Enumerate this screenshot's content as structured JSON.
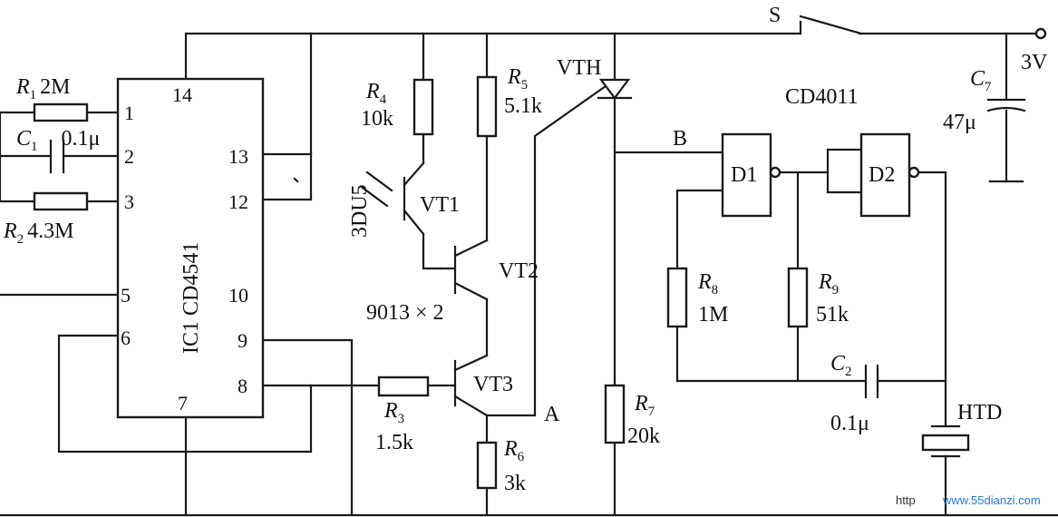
{
  "labels": {
    "switch": "S",
    "supply": "3V",
    "scr": "VTH",
    "gate_ic": "CD4011",
    "node_a": "A",
    "node_b": "B",
    "ic1": "IC1 CD4541",
    "phototransistor": "3DU5",
    "vt1": "VT1",
    "vt2": "VT2",
    "vt3": "VT3",
    "transistor_type": "9013 × 2",
    "d1": "D1",
    "d2": "D2",
    "htd": "HTD"
  },
  "ic1_pins": [
    "1",
    "2",
    "3",
    "5",
    "6",
    "7",
    "8",
    "9",
    "10",
    "12",
    "13",
    "14"
  ],
  "components": {
    "r1": {
      "name": "R",
      "sub": "1",
      "value": "2M"
    },
    "c1": {
      "name": "C",
      "sub": "1",
      "value": "0.1μ"
    },
    "r2": {
      "name": "R",
      "sub": "2",
      "value": "4.3M"
    },
    "r3": {
      "name": "R",
      "sub": "3",
      "value": "1.5k"
    },
    "r4": {
      "name": "R",
      "sub": "4",
      "value": "10k"
    },
    "r5": {
      "name": "R",
      "sub": "5",
      "value": "5.1k"
    },
    "r6": {
      "name": "R",
      "sub": "6",
      "value": "3k"
    },
    "r7": {
      "name": "R",
      "sub": "7",
      "value": "20k"
    },
    "r8": {
      "name": "R",
      "sub": "8",
      "value": "1M"
    },
    "r9": {
      "name": "R",
      "sub": "9",
      "value": "51k"
    },
    "c2": {
      "name": "C",
      "sub": "2",
      "value": "0.1μ"
    },
    "c7": {
      "name": "C",
      "sub": "7",
      "value": "47μ"
    }
  },
  "watermark": {
    "left": "http",
    "right": "www.55dianzi.com"
  },
  "colors": {
    "ink": "#1a1a1a",
    "watermark": "#2a78d0"
  }
}
